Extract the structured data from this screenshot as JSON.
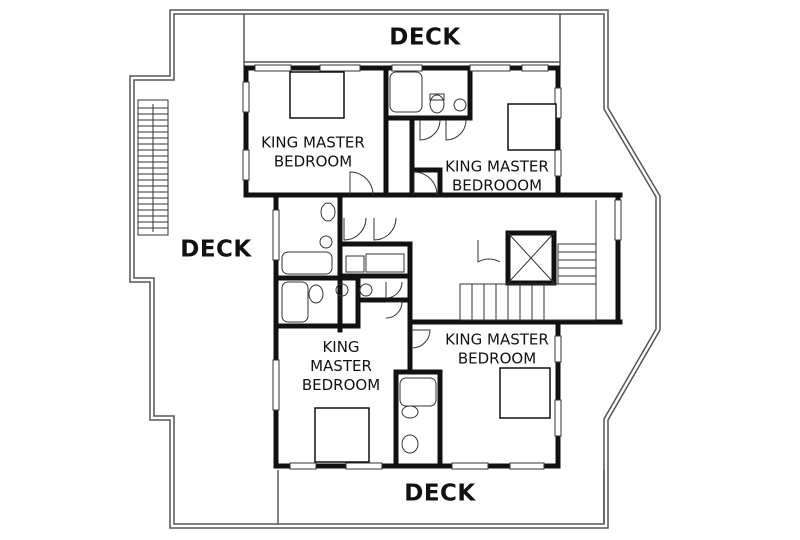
{
  "decks": {
    "top": "DECK",
    "left": "DECK",
    "bottom": "DECK"
  },
  "rooms": {
    "nw": {
      "line1": "KING MASTER",
      "line2": "BEDROOM"
    },
    "ne": {
      "line1": "KING MASTER",
      "line2": "BEDROOOM"
    },
    "sw": {
      "line1": "KING",
      "line2": "MASTER",
      "line3": "BEDROOM"
    },
    "se": {
      "line1": "KING MASTER",
      "line2": "BEDROOM"
    }
  },
  "colors": {
    "wall": "#111111",
    "thin_line": "#333333",
    "background": "#ffffff"
  }
}
